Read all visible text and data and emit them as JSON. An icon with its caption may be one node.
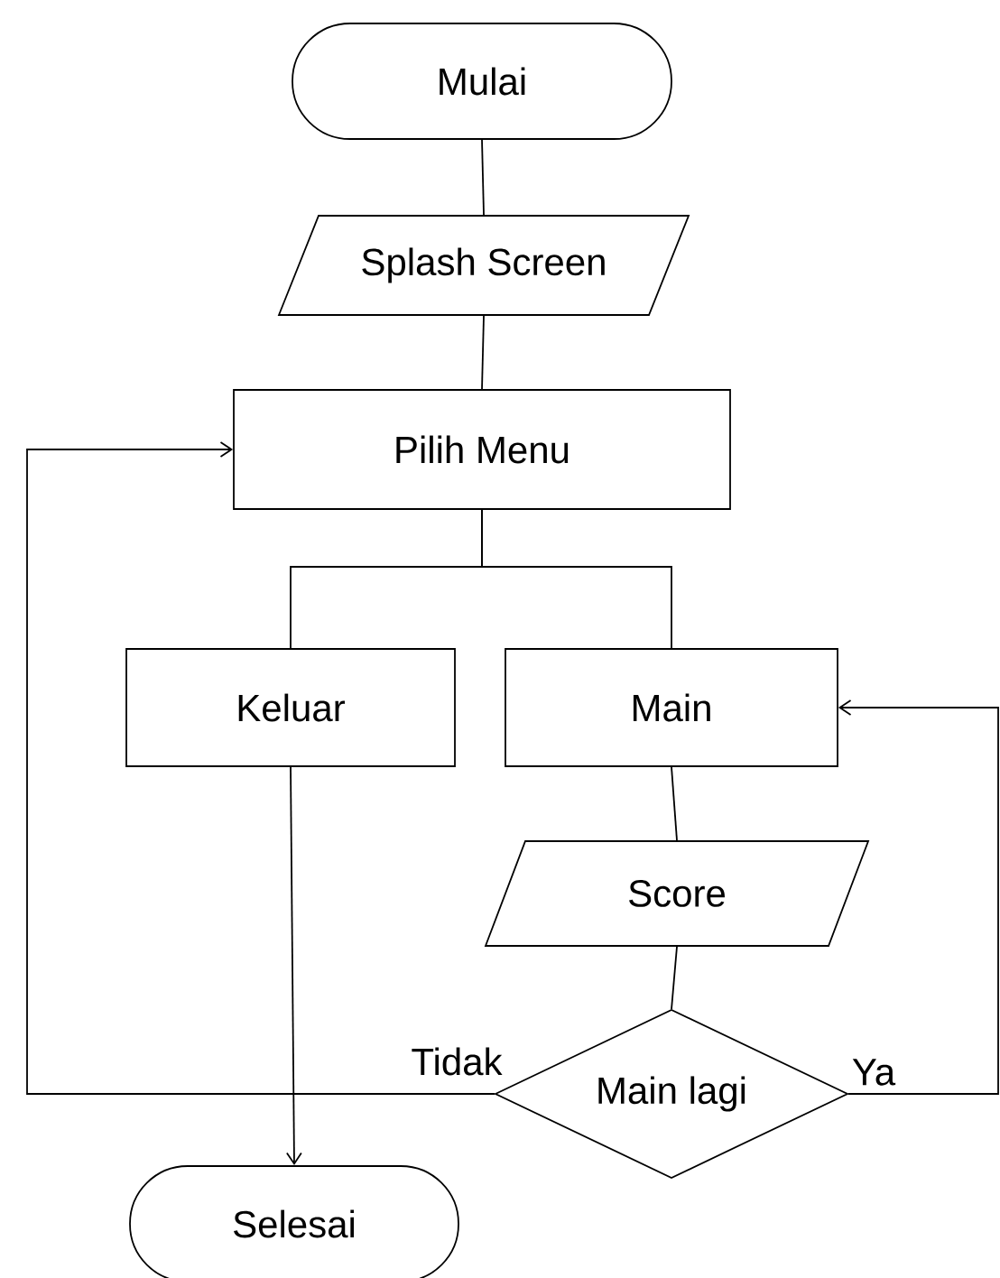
{
  "diagram": {
    "nodes": [
      {
        "text": [
          "Mulai"
        ]
      },
      {
        "text": [
          "Splash Screen"
        ]
      },
      {
        "text": [
          "Pilih Menu"
        ]
      },
      {
        "text": [
          "Keluar"
        ]
      },
      {
        "text": [
          "Main"
        ]
      },
      {
        "text": [
          "Score"
        ]
      },
      {
        "text": [
          "Main lagi"
        ]
      },
      {
        "text": [
          "Selesai"
        ]
      }
    ],
    "edges": [
      {
        "from": 0,
        "to": 1,
        "arrow": "none"
      },
      {
        "from": 1,
        "to": 2,
        "arrow": "none"
      },
      {
        "from": 2,
        "to": 3,
        "arrow": "none"
      },
      {
        "from": 2,
        "to": 4,
        "arrow": "none"
      },
      {
        "from": 4,
        "to": 5,
        "arrow": "none"
      },
      {
        "from": 5,
        "to": 6,
        "arrow": "none"
      },
      {
        "from": 3,
        "to": 7,
        "arrow": "to"
      },
      {
        "from": 6,
        "to": 2,
        "arrow": "to",
        "label": "Tidak"
      },
      {
        "from": 6,
        "to": 4,
        "arrow": "to",
        "label": "Ya"
      }
    ]
  }
}
